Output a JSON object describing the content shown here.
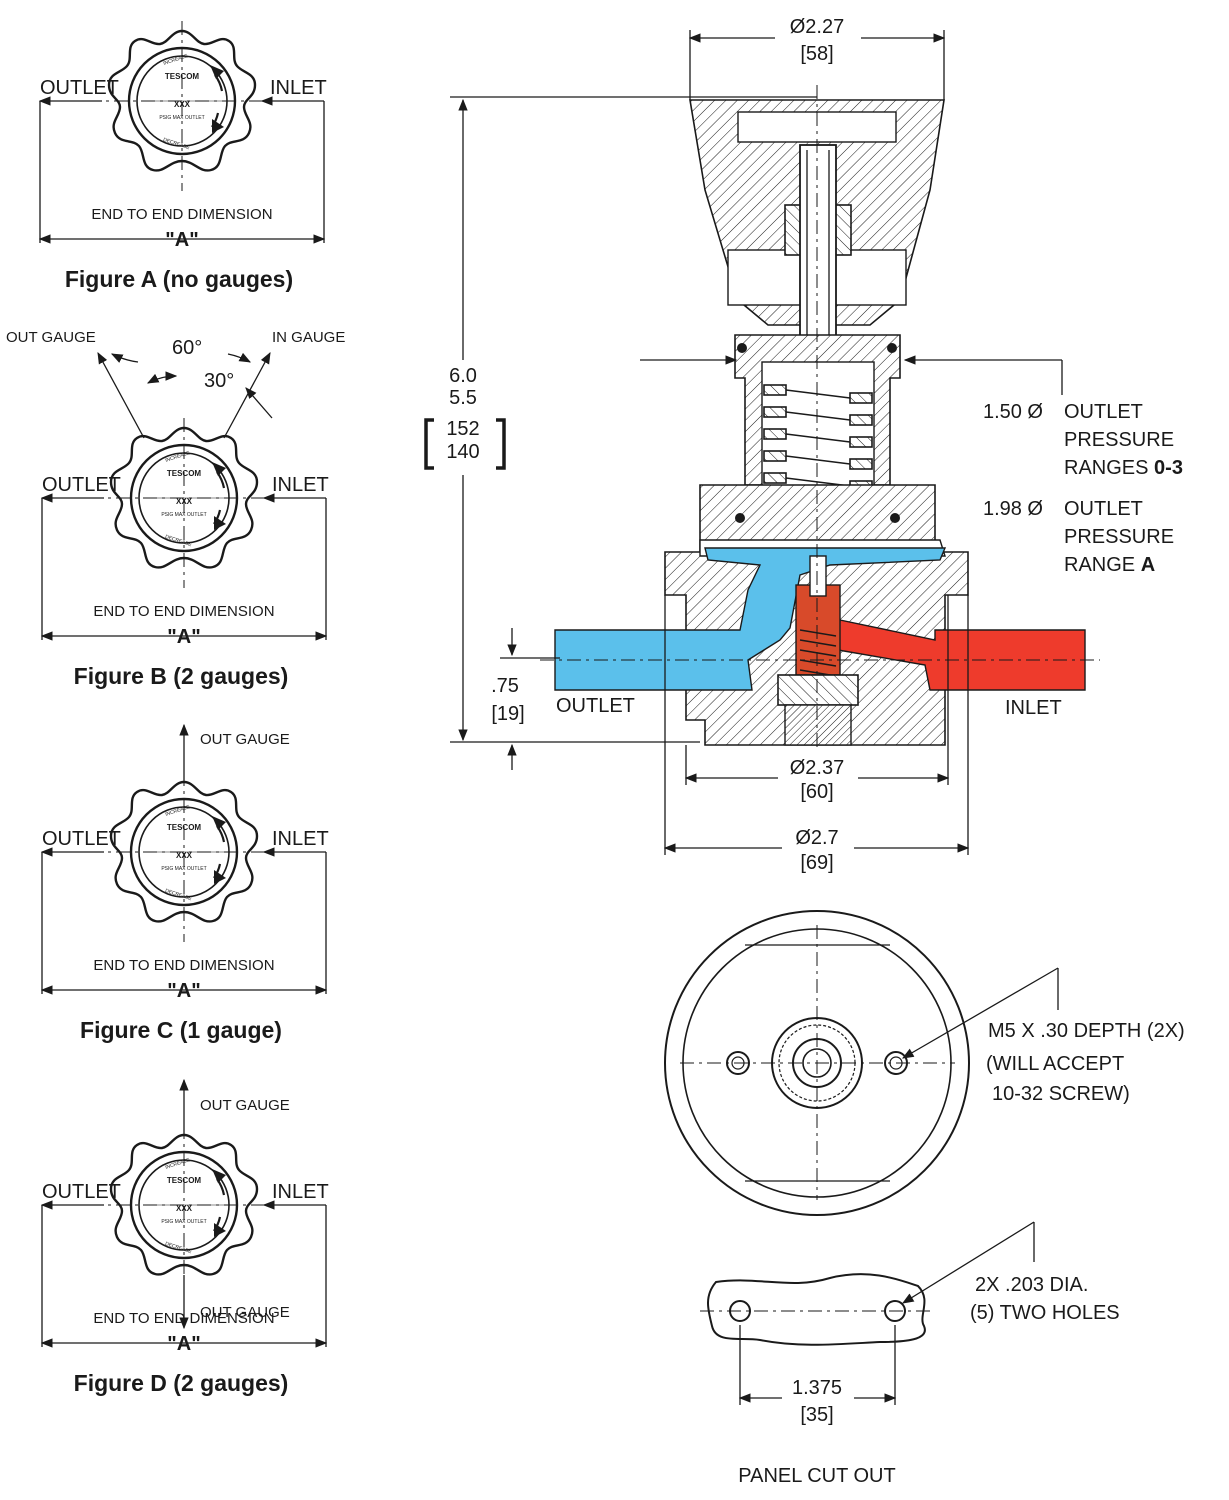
{
  "colors": {
    "outlet_fluid": "#5bc0eb",
    "inlet_fluid": "#ee3b2c",
    "spring": "#d84a2a",
    "line": "#1a1a1a"
  },
  "knob": {
    "brand": "TESCOM",
    "increase": "INCREASE",
    "decrease": "DECREASE",
    "center": "XXX",
    "sub": "PSIG MAX OUTLET"
  },
  "figures": {
    "a": {
      "caption": "Figure A (no gauges)",
      "outlet": "OUTLET",
      "inlet": "INLET",
      "dimension": "END TO END DIMENSION",
      "dim_letter": "\"A\""
    },
    "b": {
      "caption": "Figure B (2 gauges)",
      "outlet": "OUTLET",
      "inlet": "INLET",
      "dimension": "END TO END DIMENSION",
      "dim_letter": "\"A\"",
      "out_gauge": "OUT GAUGE",
      "in_gauge": "IN GAUGE",
      "angle1": "60°",
      "angle2": "30°"
    },
    "c": {
      "caption": "Figure C (1 gauge)",
      "outlet": "OUTLET",
      "inlet": "INLET",
      "dimension": "END TO END DIMENSION",
      "dim_letter": "\"A\"",
      "out_gauge": "OUT GAUGE"
    },
    "d": {
      "caption": "Figure D (2 gauges)",
      "outlet": "OUTLET",
      "inlet": "INLET",
      "dimension": "END TO END DIMENSION",
      "dim_letter": "\"A\"",
      "out_gauge_top": "OUT GAUGE",
      "out_gauge_bottom": "OUT GAUGE"
    }
  },
  "section": {
    "top_dia": "Ø2.27",
    "top_dia_mm": "[58]",
    "height_1": "6.0",
    "height_2": "5.5",
    "height_mm_1": "152",
    "height_mm_2": "140",
    "port_offset": ".75",
    "port_offset_mm": "[19]",
    "outlet": "OUTLET",
    "inlet": "INLET",
    "body_dia": "Ø2.37",
    "body_dia_mm": "[60]",
    "base_dia": "Ø2.7",
    "base_dia_mm": "[69]",
    "note1_dia": "1.50 Ø",
    "note1_l1": "OUTLET",
    "note1_l2": "PRESSURE",
    "note1_l3": "RANGES ",
    "note1_bold": "0-3",
    "note2_dia": "1.98 Ø",
    "note2_l1": "OUTLET",
    "note2_l2": "PRESSURE",
    "note2_l3": "RANGE ",
    "note2_bold": "A"
  },
  "bottom_view": {
    "l1": "M5 X .30 DEPTH (2X)",
    "l2": "(WILL ACCEPT",
    "l3": "10-32 SCREW)"
  },
  "panel": {
    "l1": "2X  .203 DIA.",
    "l2": "(5)  TWO HOLES",
    "spacing": "1.375",
    "spacing_mm": "[35]",
    "title": "PANEL CUT OUT"
  }
}
